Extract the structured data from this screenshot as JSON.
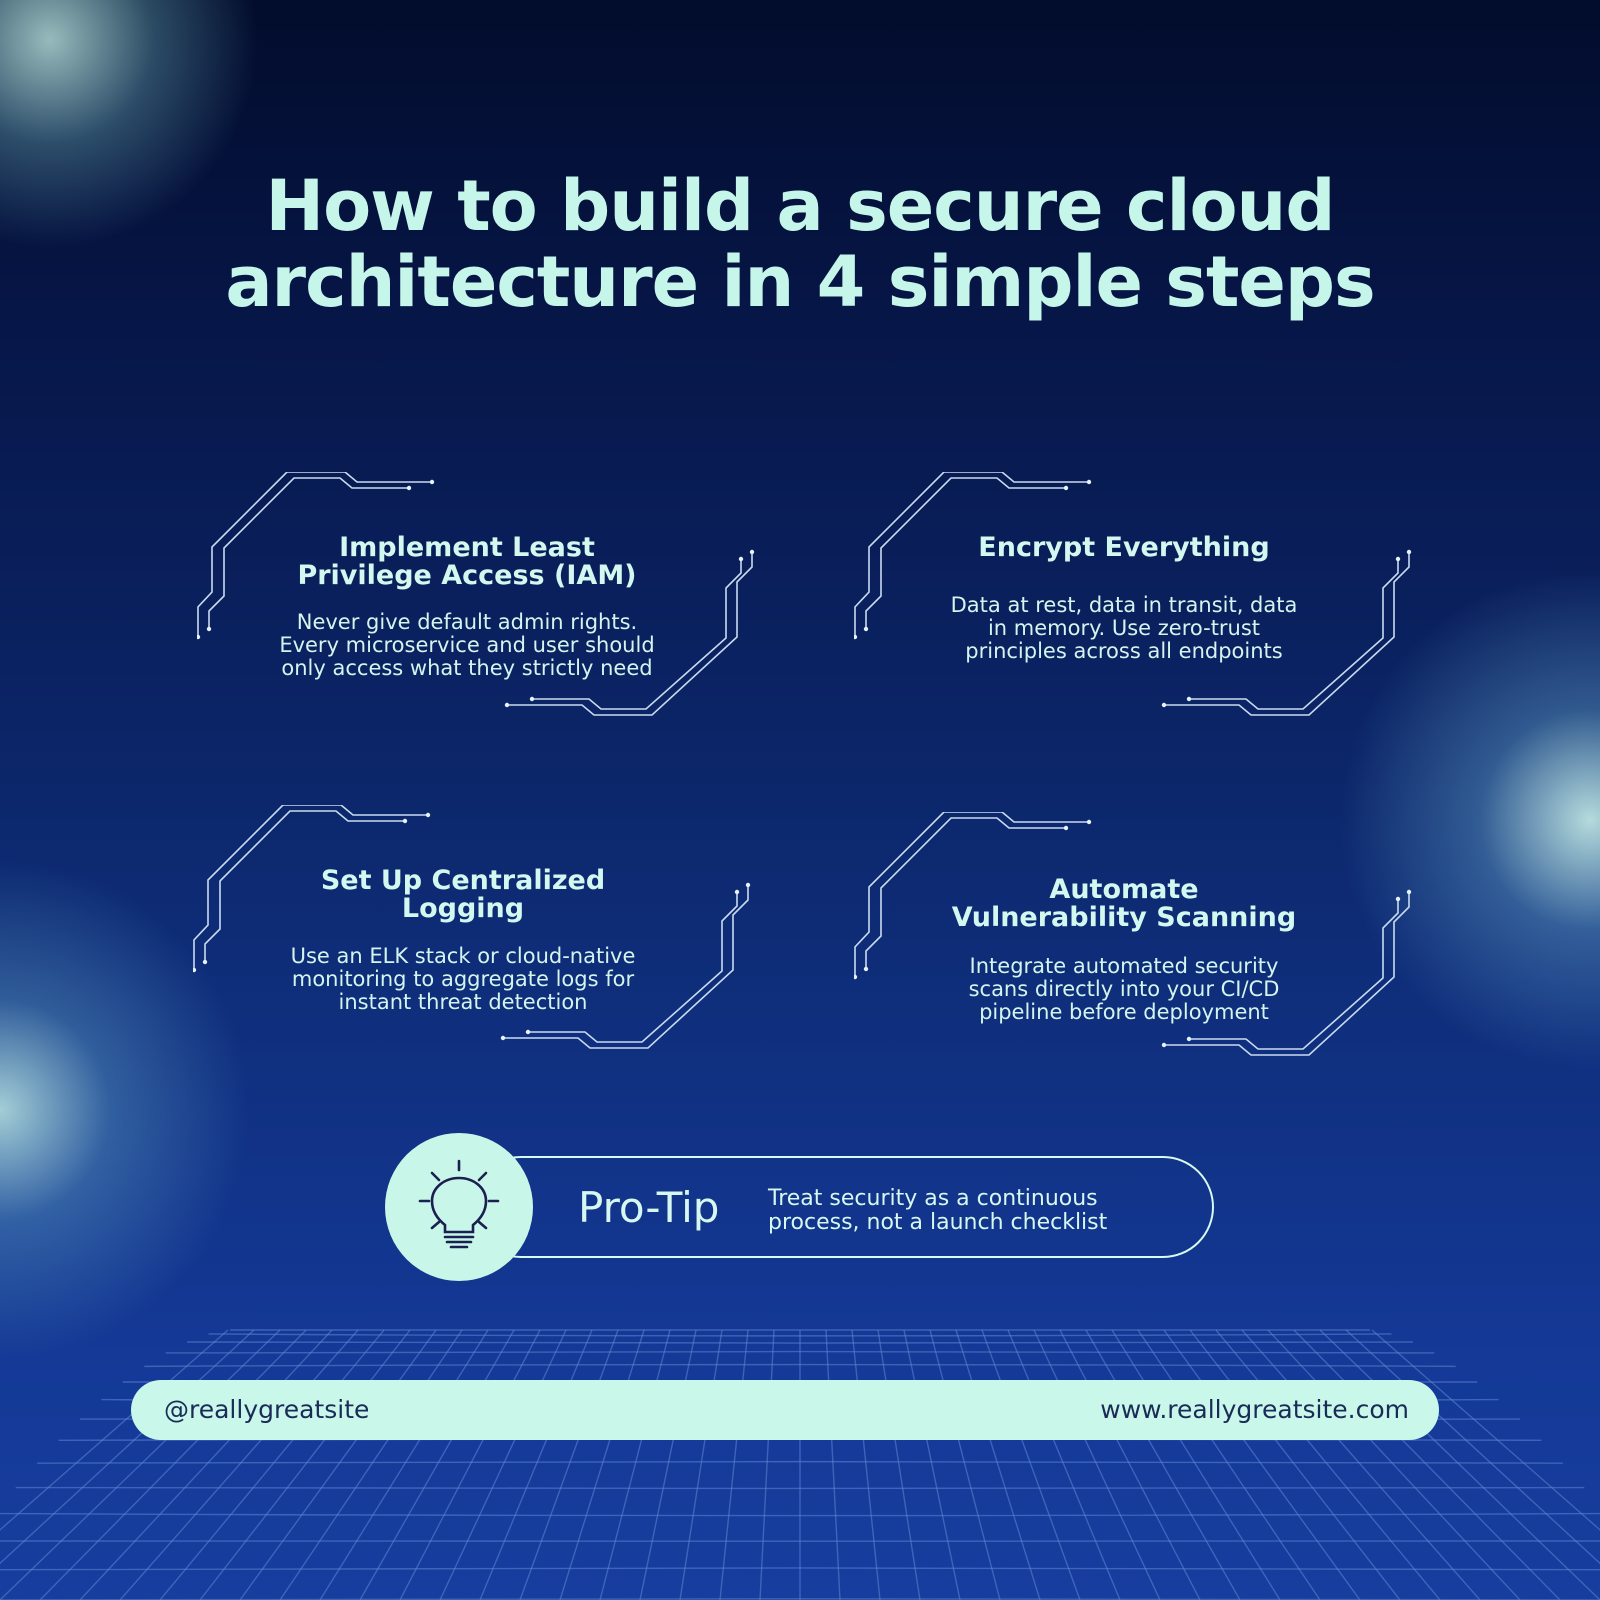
{
  "title": {
    "line1": "How to build a secure cloud",
    "line2": "architecture in 4 simple steps"
  },
  "steps": [
    {
      "title_line1": "Implement Least",
      "title_line2": "Privilege Access (IAM)",
      "desc_line1": "Never give default admin rights.",
      "desc_line2": "Every microservice and user should",
      "desc_line3": "only access what they strictly need"
    },
    {
      "title_line1": "Encrypt Everything",
      "title_line2": "",
      "desc_line1": "Data at rest, data in transit, data",
      "desc_line2": "in memory. Use zero-trust",
      "desc_line3": "principles across all endpoints"
    },
    {
      "title_line1": "Set Up Centralized",
      "title_line2": "Logging",
      "desc_line1": "Use an ELK stack or cloud-native",
      "desc_line2": "monitoring to aggregate logs for",
      "desc_line3": "instant threat detection"
    },
    {
      "title_line1": "Automate",
      "title_line2": "Vulnerability Scanning",
      "desc_line1": "Integrate automated security",
      "desc_line2": "scans directly into your CI/CD",
      "desc_line3": "pipeline before deployment"
    }
  ],
  "tip": {
    "icon": "lightbulb-icon",
    "label": "Pro-Tip",
    "text_line1": "Treat security as a continuous",
    "text_line2": "process, not a launch checklist"
  },
  "footer": {
    "handle": "@reallygreatsite",
    "website": "www.reallygreatsite.com"
  },
  "colors": {
    "accent": "#c8f7ea",
    "background_top": "#020c2c",
    "background_bottom": "#173d9e"
  }
}
